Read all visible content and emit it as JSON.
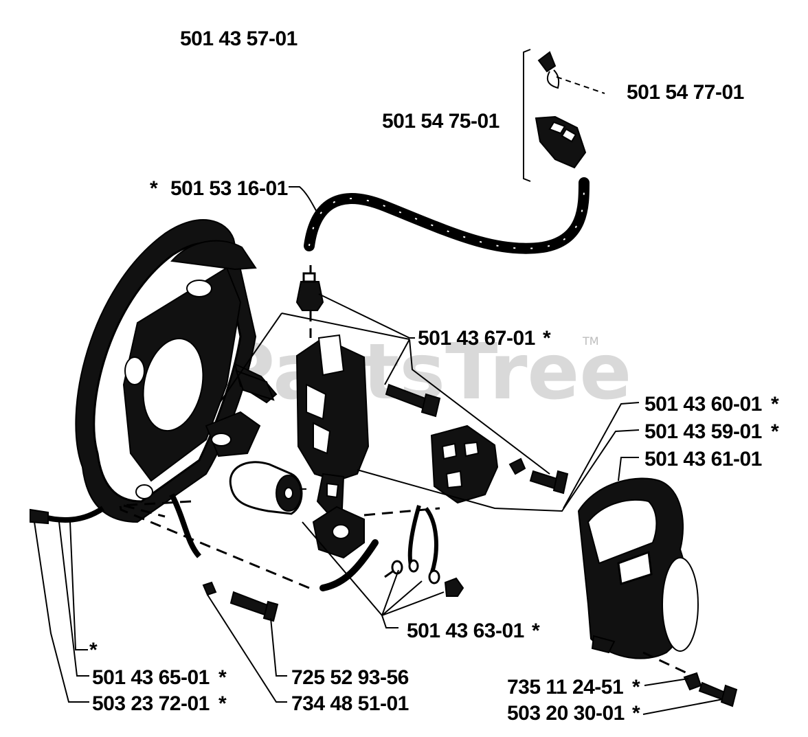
{
  "watermark": {
    "text": "PartsTree",
    "trademark": "TM"
  },
  "labels": {
    "top_assembly": "501 43 57-01",
    "spring_clip": "501 54 77-01",
    "boot_kit": "501 54 75-01",
    "ignition_lead": "501 53 16-01",
    "lead_star": "*",
    "coil_screws": "501 43 67-01",
    "coil_screws_star": "*",
    "p60": "501 43 60-01",
    "p60_star": "*",
    "p59": "501 43 59-01",
    "p59_star": "*",
    "p61": "501 43 61-01",
    "p63": "501 43 63-01",
    "p63_star": "*",
    "wire_star": "*",
    "p65": "501 43 65-01",
    "p65_star": "*",
    "p7256": "725 52 93-56",
    "p7351": "735 11 24-51",
    "p7351_star": "*",
    "p5032372": "503 23 72-01",
    "p5032372_star": "*",
    "p7344": "734 48 51-01",
    "p5032030": "503 20 30-01",
    "p5032030_star": "*"
  }
}
